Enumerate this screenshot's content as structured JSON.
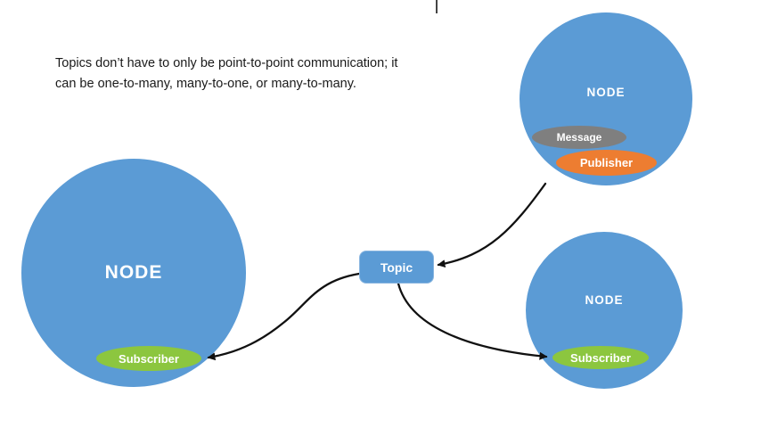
{
  "slide": {
    "caption_line1": "Topics don’t have to only be point-to-point communication; it",
    "caption_line2": "can be one-to-many, many-to-one, or many-to-many."
  },
  "nodes": {
    "left": {
      "label": "NODE",
      "subscriber_label": "Subscriber"
    },
    "top_right": {
      "label": "NODE",
      "message_label": "Message",
      "publisher_label": "Publisher"
    },
    "bottom_right": {
      "label": "NODE",
      "subscriber_label": "Subscriber"
    }
  },
  "topic": {
    "label": "Topic"
  },
  "colors": {
    "node_blue": "#5b9bd5",
    "subscriber_green": "#8cc63f",
    "publisher_orange": "#ed7d31",
    "message_gray": "#7f7f7f",
    "arrow_black": "#111111"
  }
}
